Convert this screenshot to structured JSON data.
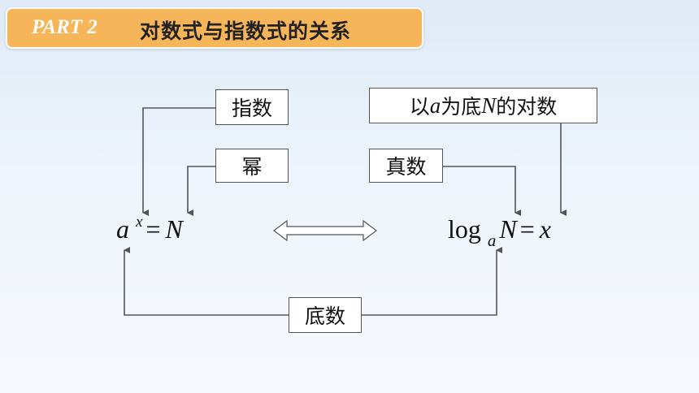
{
  "title": {
    "part": "PART 2",
    "text": "对数式与指数式的关系"
  },
  "labels": {
    "exponent": "指数",
    "power": "幂",
    "log_of_N_prefix": "以",
    "log_of_N_a": "a",
    "log_of_N_mid": "为底",
    "log_of_N_N": "N",
    "log_of_N_suffix": "的对数",
    "antilog": "真数",
    "base": "底数"
  },
  "left_formula": {
    "base": "a",
    "exponent": "x",
    "equals": "=",
    "result": "N"
  },
  "right_formula": {
    "log": "log",
    "base": "a",
    "arg": "N",
    "equals": "=",
    "result": "x"
  },
  "colors": {
    "title_bg": "#f7b55a",
    "line": "#555555",
    "box_border": "#555555"
  }
}
